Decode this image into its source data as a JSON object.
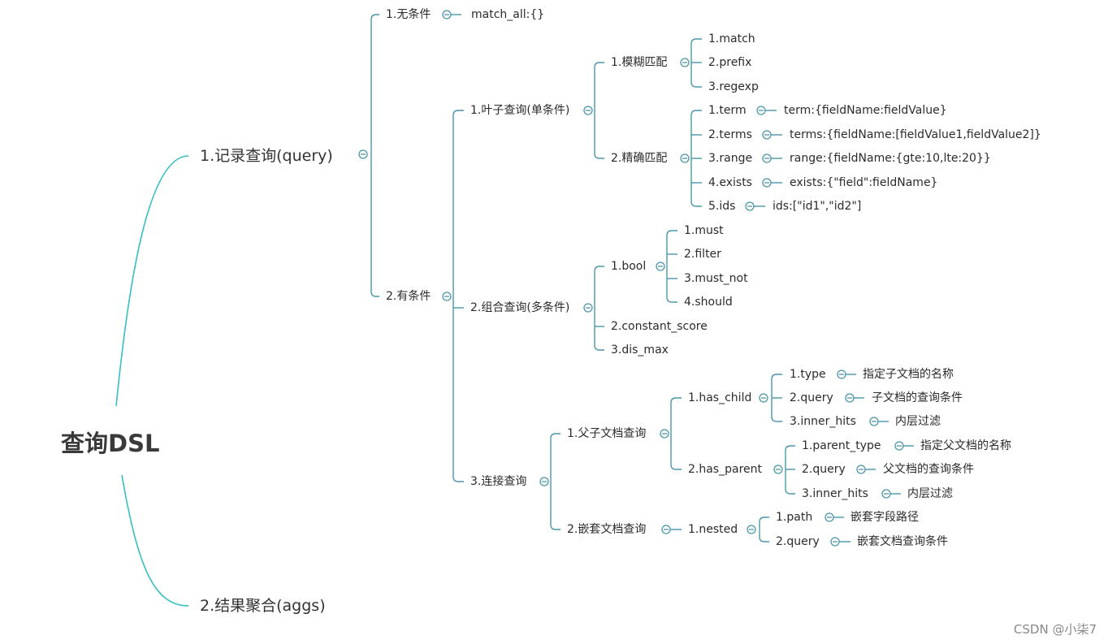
{
  "root": "查询DSL",
  "record_query": "1.记录查询(query)",
  "aggs": "2.结果聚合(aggs)",
  "no_cond": "1.无条件",
  "match_all": "match_all:{}",
  "has_cond": "2.有条件",
  "leaf": "1.叶子查询(单条件)",
  "fuzzy": "1.模糊匹配",
  "f_match": "1.match",
  "f_prefix": "2.prefix",
  "f_regexp": "3.regexp",
  "exact": "2.精确匹配",
  "e_term": "1.term",
  "e_term_v": "term:{fieldName:fieldValue}",
  "e_terms": "2.terms",
  "e_terms_v": "terms:{fieldName:[fieldValue1,fieldValue2]}",
  "e_range": "3.range",
  "e_range_v": "range:{fieldName:{gte:10,lte:20}}",
  "e_exists": "4.exists",
  "e_exists_v": "exists:{\"field\":fieldName}",
  "e_ids": "5.ids",
  "e_ids_v": "ids:[\"id1\",\"id2\"]",
  "compound": "2.组合查询(多条件)",
  "bool": "1.bool",
  "b_must": "1.must",
  "b_filter": "2.filter",
  "b_must_not": "3.must_not",
  "b_should": "4.should",
  "constant_score": "2.constant_score",
  "dis_max": "3.dis_max",
  "join": "3.连接查询",
  "parent_child": "1.父子文档查询",
  "has_child": "1.has_child",
  "hc_type": "1.type",
  "hc_type_v": "指定子文档的名称",
  "hc_query": "2.query",
  "hc_query_v": "子文档的查询条件",
  "hc_inner": "3.inner_hits",
  "hc_inner_v": "内层过滤",
  "has_parent": "2.has_parent",
  "hp_type": "1.parent_type",
  "hp_type_v": "指定父文档的名称",
  "hp_query": "2.query",
  "hp_query_v": "父文档的查询条件",
  "hp_inner": "3.inner_hits",
  "hp_inner_v": "内层过滤",
  "nested_doc": "2.嵌套文档查询",
  "nested": "1.nested",
  "n_path": "1.path",
  "n_path_v": "嵌套字段路径",
  "n_query": "2.query",
  "n_query_v": "嵌套文档查询条件",
  "watermark": "CSDN @小柒7",
  "colors": {
    "line": "#4a96a8",
    "root_curve": "#35bfc4",
    "text": "#2b2b2b"
  }
}
